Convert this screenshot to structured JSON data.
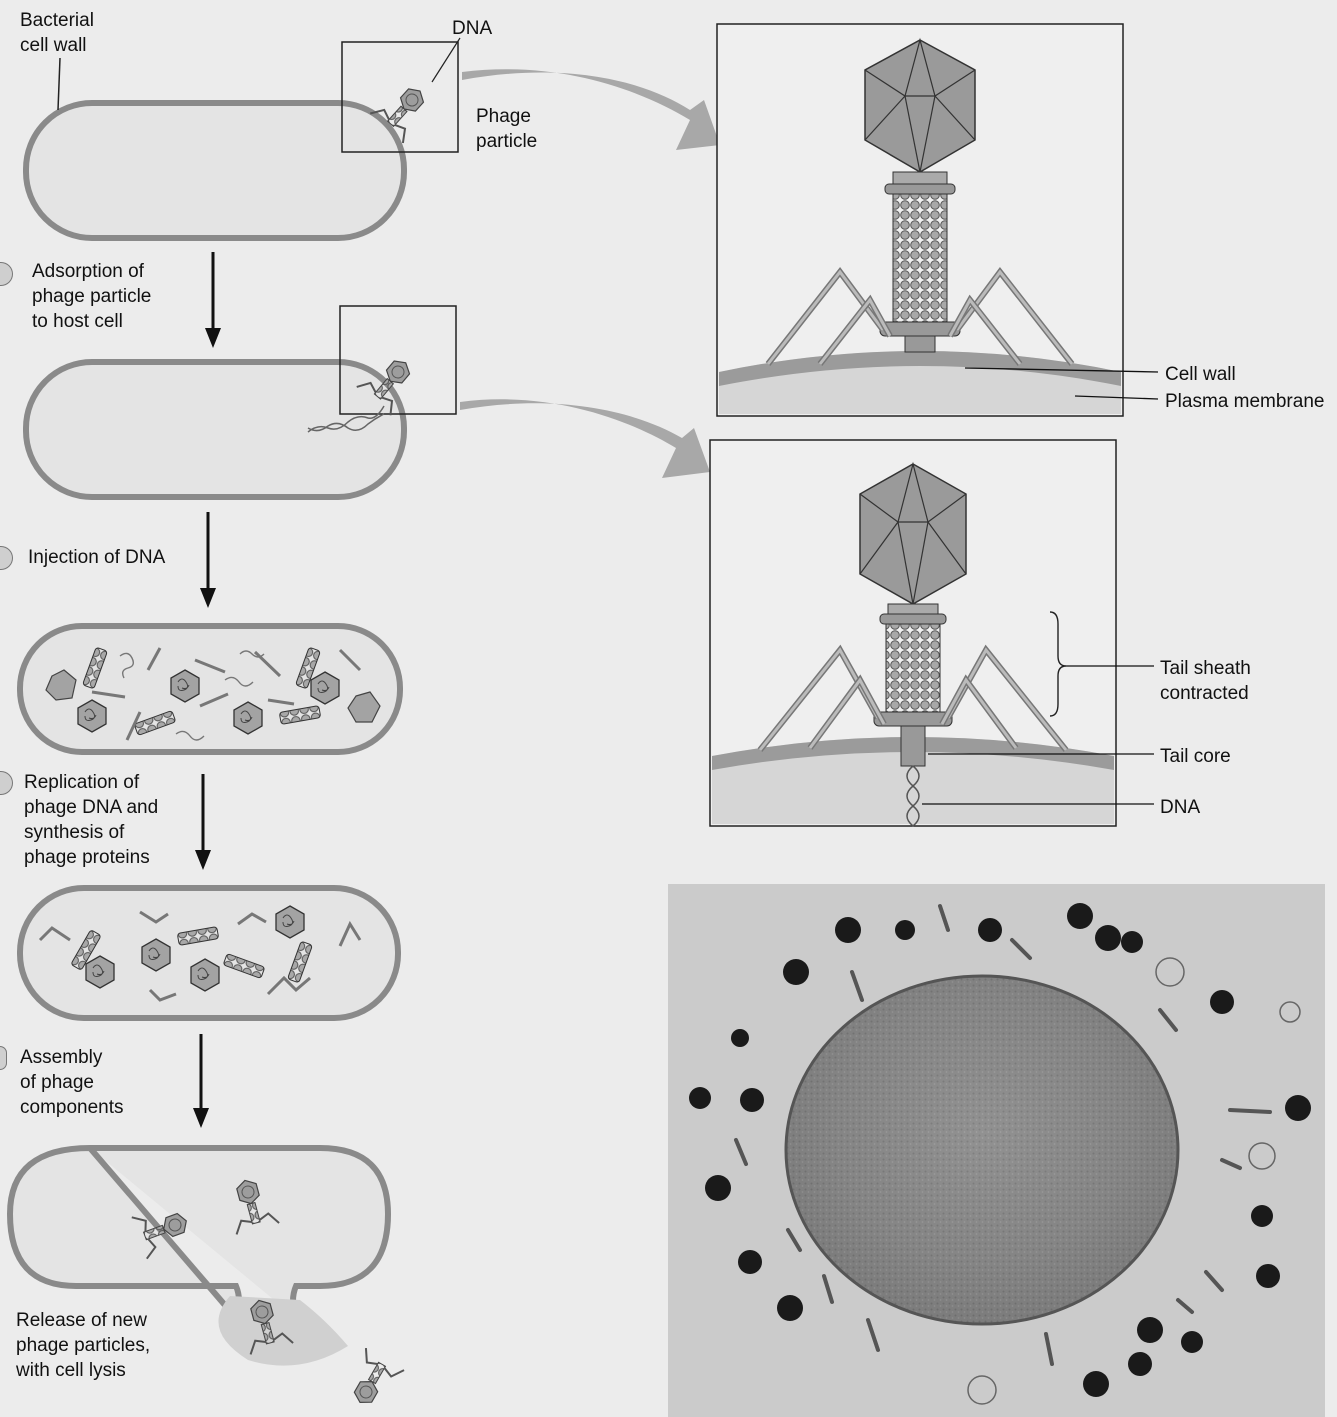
{
  "labels": {
    "bacterial_cell_wall": "Bacterial\ncell wall",
    "dna_top": "DNA",
    "phage_particle": "Phage\nparticle",
    "step1": "Adsorption of\nphage particle\nto host cell",
    "step2": "Injection of DNA",
    "step3": "Replication of\nphage DNA and\nsynthesis of\nphage proteins",
    "step4": "Assembly\nof phage\ncomponents",
    "step5": "Release of new\nphage particles,\nwith cell lysis",
    "cell_wall": "Cell wall",
    "plasma_membrane": "Plasma membrane",
    "tail_sheath": "Tail sheath\ncontracted",
    "tail_core": "Tail core",
    "dna_right": "DNA"
  },
  "colors": {
    "cell_fill": "#e4e4e4",
    "cell_wall": "#8a8a8a",
    "phage_head": "#9a9a9a",
    "arrow_gray": "#a8a8a8",
    "micrograph_bg": "#cfcfcf",
    "micrograph_cell": "#8c8c8c"
  }
}
